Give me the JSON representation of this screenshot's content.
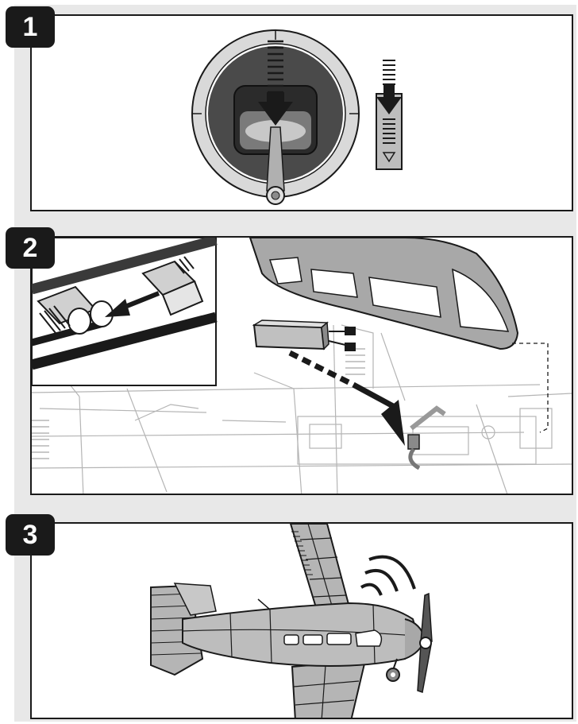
{
  "steps": {
    "s1": "1",
    "s2": "2",
    "s3": "3"
  },
  "colors": {
    "frame": "#e8e8e8",
    "ink": "#1a1a1a",
    "fuselage": "#bdbdbd",
    "gimbal": "#d9d9d9"
  },
  "icons": [
    "throttle-stick-icon",
    "down-arrow-icon",
    "battery-connector-icon",
    "airplane-icon",
    "signal-waves-icon"
  ]
}
